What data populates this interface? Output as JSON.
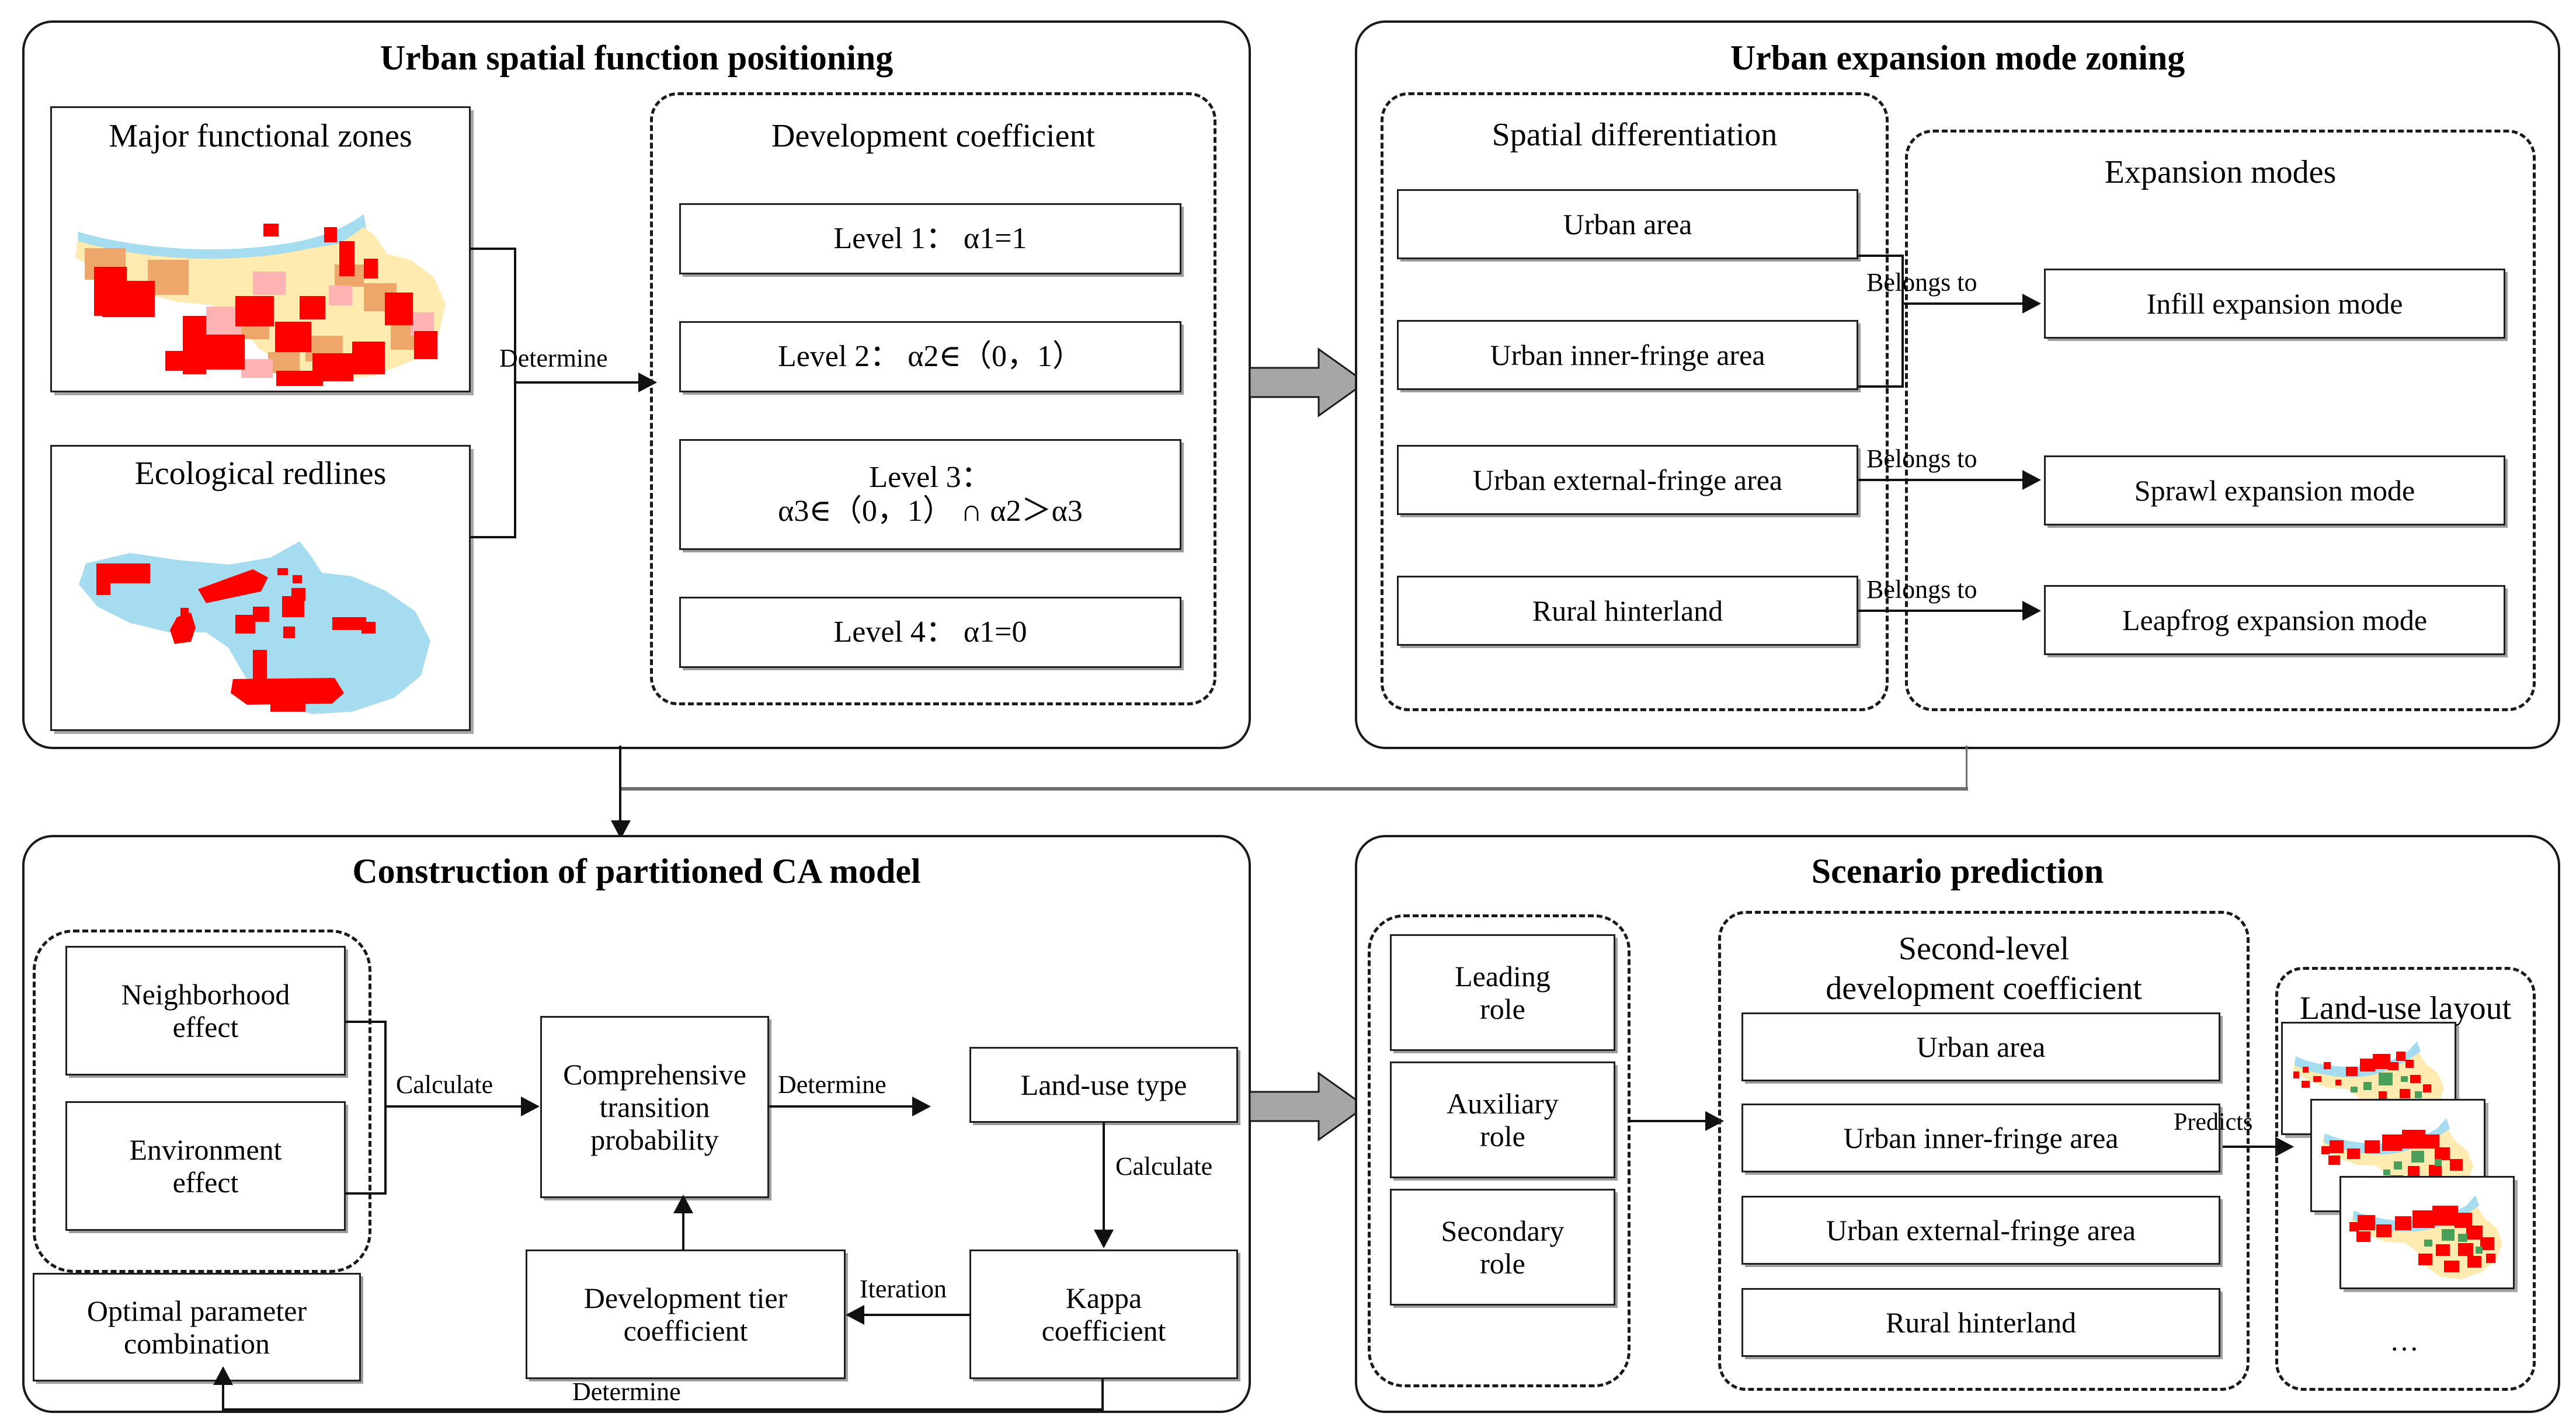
{
  "figure": {
    "type": "flowchart",
    "panels": [
      {
        "id": "urban-spatial-function-positioning",
        "title": "Urban spatial function positioning",
        "maps": [
          {
            "label": "Major functional zones",
            "art": "major-functional-zones-map"
          },
          {
            "label": "Ecological redlines",
            "art": "ecological-redlines-map"
          }
        ],
        "group": {
          "title": "Development coefficient",
          "items": [
            {
              "label": "Level 1：    α1=1"
            },
            {
              "label": "Level 2：    α2∈（0，1）"
            },
            {
              "line1": "Level 3：",
              "line2": "α3∈（0，1） ∩ α2＞α3"
            },
            {
              "label": "Level 4：    α1=0"
            }
          ]
        },
        "edges": [
          {
            "label": "Determine"
          }
        ]
      },
      {
        "id": "urban-expansion-mode-zoning",
        "title": "Urban expansion mode zoning",
        "left_group": {
          "title": "Spatial differentiation",
          "items": [
            {
              "label": "Urban area"
            },
            {
              "label": "Urban inner-fringe area"
            },
            {
              "label": "Urban external-fringe area"
            },
            {
              "label": "Rural hinterland"
            }
          ]
        },
        "right_group": {
          "title": "Expansion modes",
          "items": [
            {
              "label": "Infill expansion mode"
            },
            {
              "label": "Sprawl expansion mode"
            },
            {
              "label": "Leapfrog expansion mode"
            }
          ]
        },
        "edges": [
          {
            "label": "Belongs to"
          },
          {
            "label": "Belongs to"
          },
          {
            "label": "Belongs to"
          }
        ]
      },
      {
        "id": "construction-of-partitioned-ca-model",
        "title": "Construction of partitioned CA model",
        "effects_group": {
          "items": [
            {
              "line1": "Neighborhood",
              "line2": "effect"
            },
            {
              "line1": "Environment",
              "line2": "effect"
            }
          ]
        },
        "nodes": [
          {
            "id": "optimal-parameter-combination",
            "line1": "Optimal parameter",
            "line2": "combination"
          },
          {
            "id": "comprehensive-transition-probability",
            "line1": "Comprehensive",
            "line2": "transition",
            "line3": "probability"
          },
          {
            "id": "land-use-type",
            "line1": "Land-use type"
          },
          {
            "id": "development-tier-coefficient",
            "line1": "Development tier",
            "line2": "coefficient"
          },
          {
            "id": "kappa-coefficient",
            "line1": "Kappa",
            "line2": "coefficient"
          }
        ],
        "edges": [
          {
            "label": "Calculate"
          },
          {
            "label": "Determine"
          },
          {
            "label": "Calculate"
          },
          {
            "label": "Iteration"
          },
          {
            "label": "Determine"
          }
        ]
      },
      {
        "id": "scenario-prediction",
        "title": "Scenario prediction",
        "roles_group": {
          "items": [
            {
              "line1": "Leading",
              "line2": "role"
            },
            {
              "line1": "Auxiliary",
              "line2": "role"
            },
            {
              "line1": "Secondary",
              "line2": "role"
            }
          ]
        },
        "coefficient_group": {
          "title_line1": "Second-level",
          "title_line2": "development coefficient",
          "items": [
            {
              "label": "Urban area"
            },
            {
              "label": "Urban inner-fringe area"
            },
            {
              "label": "Urban external-fringe area"
            },
            {
              "label": "Rural hinterland"
            }
          ]
        },
        "layout_group": {
          "title": "Land-use layout",
          "maps": [
            {
              "art": "land-use-layout-map-1"
            },
            {
              "art": "land-use-layout-map-2"
            },
            {
              "art": "land-use-layout-map-3"
            }
          ],
          "ellipsis": "…"
        },
        "edges": [
          {
            "label": "Predicts"
          }
        ]
      }
    ],
    "stage_connectors": [
      {
        "name": "panel1-to-panel2",
        "style": "gray-block-arrow"
      },
      {
        "name": "panel3-to-panel4",
        "style": "gray-block-arrow"
      },
      {
        "name": "top-row-to-panel3",
        "style": "thin-elbow-arrow"
      }
    ],
    "colors": {
      "stroke": "#1a1a1a",
      "box_shadow": "#5f5f5f",
      "gray_arrow_fill": "#a6a6a6",
      "map_red": "#ff0000",
      "map_light_red": "#ffb3b3",
      "map_orange": "#efa66a",
      "map_cream": "#ffeab0",
      "map_water": "#a6dcf0",
      "map_green": "#4aa05a"
    }
  }
}
